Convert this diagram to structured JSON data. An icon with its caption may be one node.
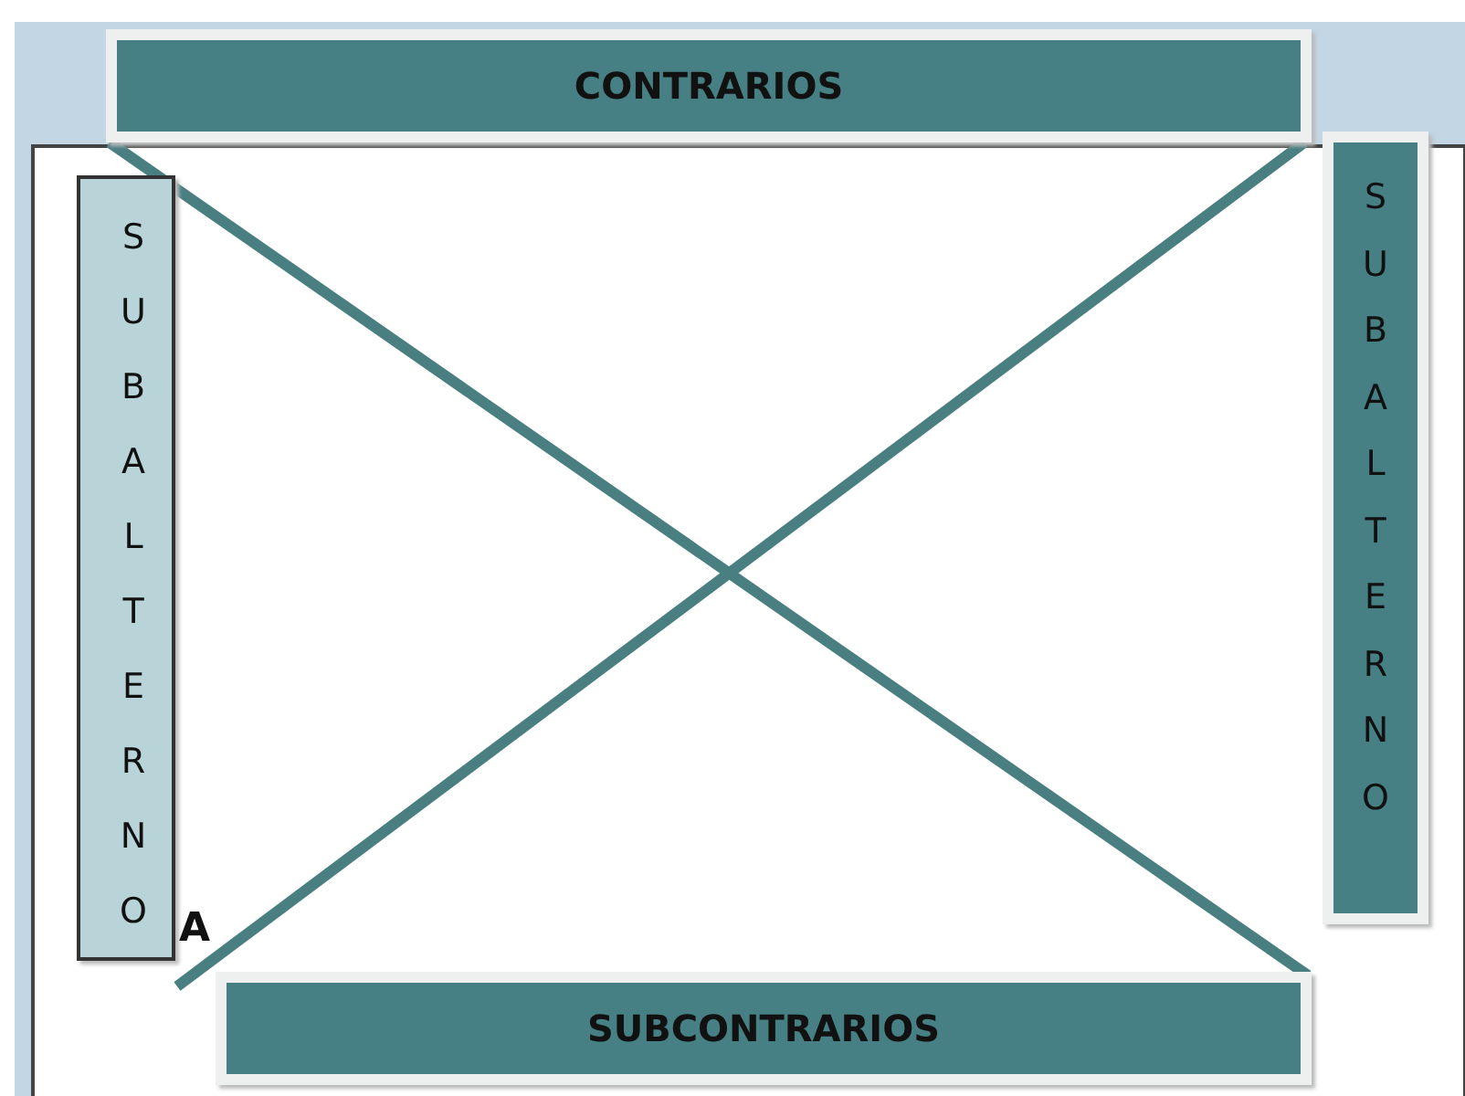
{
  "diagram": {
    "nodes": [
      {
        "text": [
          "CONTRARIOS"
        ]
      },
      {
        "text": [
          "SUBALTERNO"
        ]
      },
      {
        "text": [
          "SUBALTERNO"
        ]
      },
      {
        "text": [
          "SUBCONTRARIOS"
        ]
      },
      {
        "text": [
          "A"
        ]
      }
    ],
    "edges": [
      {
        "from": 0,
        "to": 3,
        "arrow": "none"
      },
      {
        "from": 0,
        "to": null,
        "arrow": "none"
      }
    ]
  }
}
